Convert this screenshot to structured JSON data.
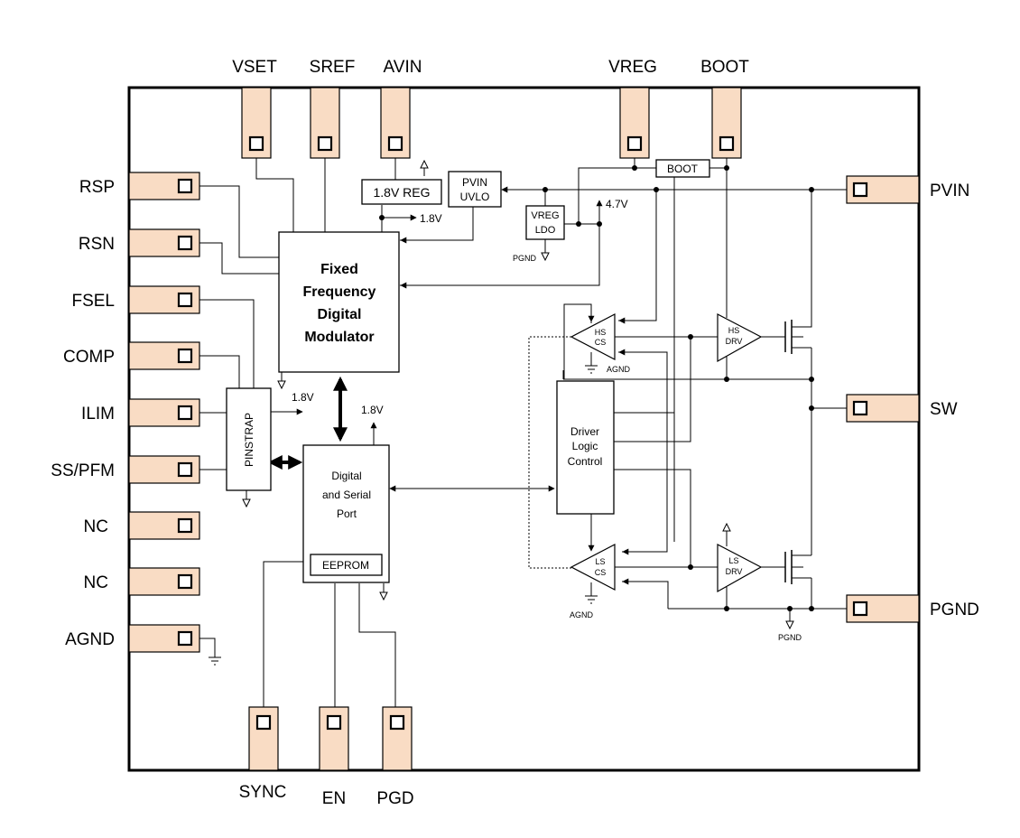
{
  "pins_top": [
    "VSET",
    "SREF",
    "AVIN",
    "VREG",
    "BOOT"
  ],
  "pins_left": [
    "RSP",
    "RSN",
    "FSEL",
    "COMP",
    "ILIM",
    "SS/PFM",
    "NC",
    "NC",
    "AGND"
  ],
  "pins_right": [
    "PVIN",
    "SW",
    "PGND"
  ],
  "pins_bottom": [
    "SYNC",
    "EN",
    "PGD"
  ],
  "blocks": {
    "reg": "1.8V REG",
    "uvlo_1": "PVIN",
    "uvlo_2": "UVLO",
    "vreg_ldo_1": "VREG",
    "vreg_ldo_2": "LDO",
    "boot": "BOOT",
    "modulator_1": "Fixed",
    "modulator_2": "Frequency",
    "modulator_3": "Digital",
    "modulator_4": "Modulator",
    "pinstrap": "PINSTRAP",
    "digital_1": "Digital",
    "digital_2": "and Serial",
    "digital_3": "Port",
    "eeprom": "EEPROM",
    "driver_1": "Driver",
    "driver_2": "Logic",
    "driver_3": "Control",
    "hs_cs_1": "HS",
    "hs_cs_2": "CS",
    "ls_cs_1": "LS",
    "ls_cs_2": "CS",
    "hs_drv_1": "HS",
    "hs_drv_2": "DRV",
    "ls_drv_1": "LS",
    "ls_drv_2": "DRV"
  },
  "voltages": {
    "reg_out": "1.8V",
    "ldo_out": "4.7V",
    "pinstrap_out": "1.8V",
    "digital_supply": "1.8V"
  },
  "grounds": {
    "ldo": "PGND",
    "hs_cs": "AGND",
    "ls_cs": "AGND",
    "pgnd_node": "PGND"
  }
}
